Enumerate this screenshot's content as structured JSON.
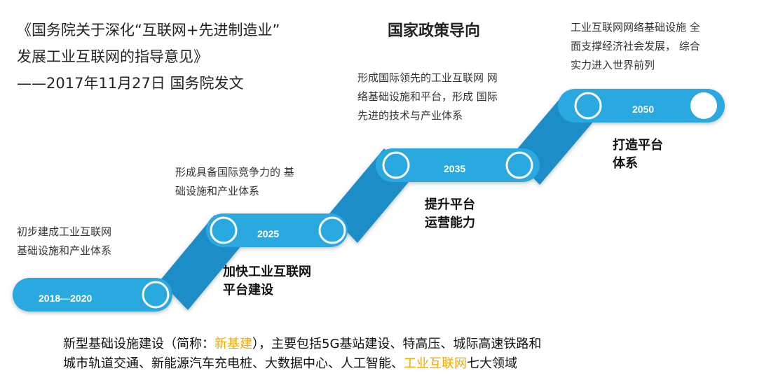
{
  "title": {
    "line1": "《国务院关于深化“互联网+先进制造业”",
    "line2": "发展工业互联网的指导意见》",
    "line3": "——2017年11月27日 国务院发文"
  },
  "heading": "国家政策导向",
  "colors": {
    "band": "#29a9e0",
    "band_dark": "#1c8dc7",
    "highlight": "#f2a900"
  },
  "timeline": [
    {
      "year": "2018—2020",
      "stage": [
        "加快工业互联网",
        "平台建设"
      ],
      "note": [
        "初步建成工业互联网",
        "基础设施和产业体系"
      ]
    },
    {
      "year": "2025",
      "stage": [
        "提升平台",
        "运营能力"
      ],
      "note": [
        "形成具备国际竞争力的 基",
        "础设施和产业体系"
      ]
    },
    {
      "year": "2035",
      "stage": [
        "打造平台",
        "体系"
      ],
      "note": [
        "形成国际领先的工业互联网 网",
        "络基础设施和平台，形成 国际",
        "先进的技术与产业体系"
      ]
    },
    {
      "year": "2050",
      "stage": [],
      "note": [
        "工业互联网网络基础设施 全",
        "面支撑经济社会发展， 综合",
        "实力进入世界前列"
      ]
    }
  ],
  "footer": {
    "line1_a": "新型基础设施建设（简称：",
    "line1_hl": "新基建",
    "line1_b": "），主要包括5G基站建设、特高压、城际高速铁路和",
    "line2_a": "城市轨道交通、新能源汽车充电桩、大数据中心、人工智能、",
    "line2_hl": "工业互联网",
    "line2_b": "七大领域"
  }
}
